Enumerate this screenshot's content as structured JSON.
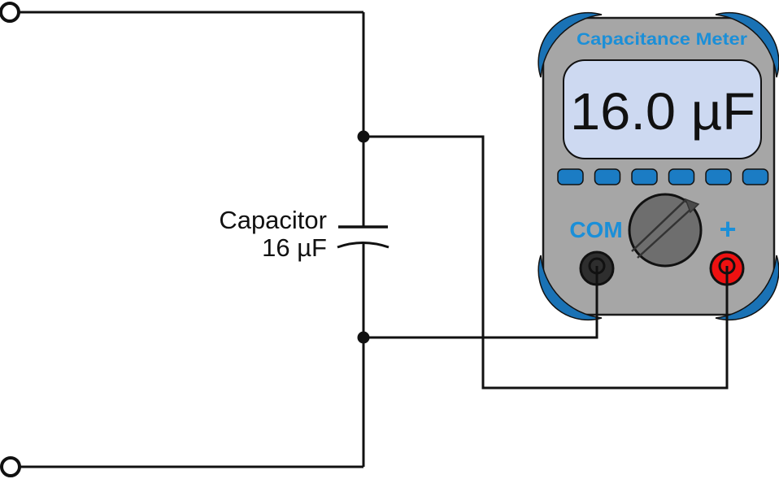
{
  "circuit": {
    "capacitor": {
      "label": "Capacitor",
      "value": "16 µF"
    }
  },
  "meter": {
    "title": "Capacitance Meter",
    "display_value": "16.0 µF",
    "com_label": "COM",
    "positive_label": "+"
  },
  "colors": {
    "wire_black": "#111111",
    "meter_body_gray": "#a6a6a6",
    "corner_accent_blue": "#1a72b5",
    "button_blue": "#1b7cc4",
    "label_blue": "#1b8fd8",
    "lcd_background": "#cdd9f1",
    "dial_gray": "#6e6e6e",
    "com_jack_black": "#2e2e2e",
    "positive_jack_red": "#ee1111"
  }
}
